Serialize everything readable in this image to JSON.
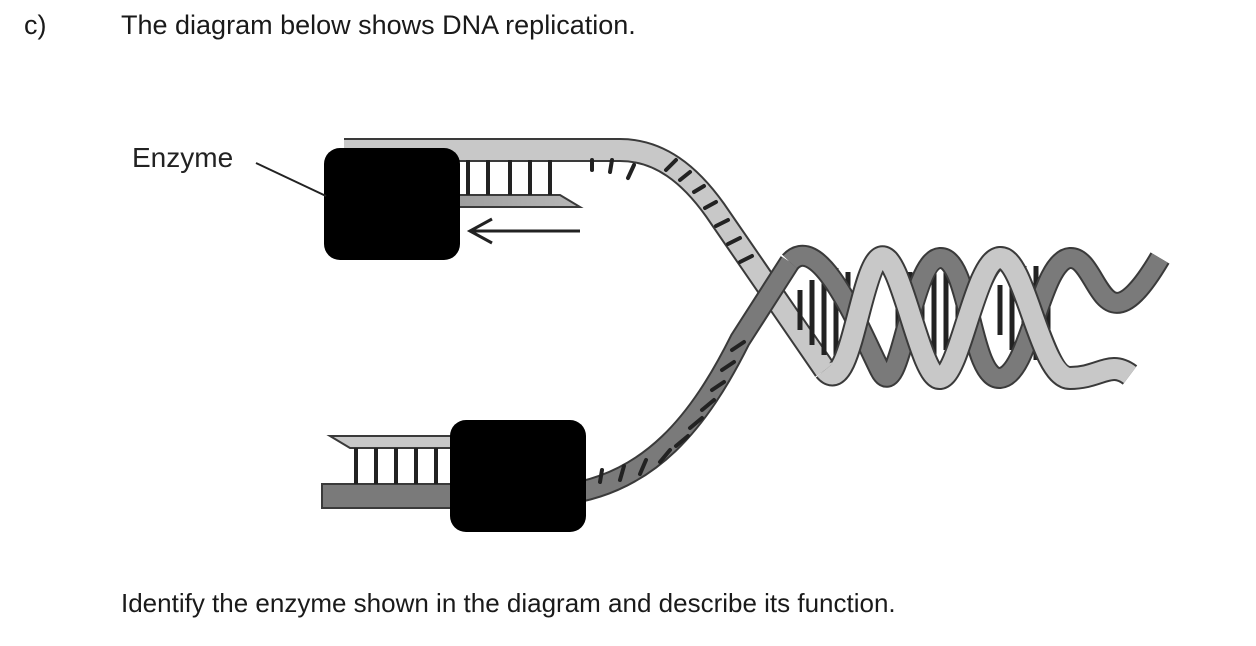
{
  "question": {
    "label": "c)",
    "intro": "The diagram below shows DNA replication.",
    "prompt": "Identify the enzyme shown in the diagram and describe its function."
  },
  "diagram": {
    "enzyme_label": "Enzyme",
    "colors": {
      "strand_light": "#c8c8c8",
      "strand_dark": "#7a7a7a",
      "outline": "#3a3a3a",
      "enzyme": "#000000"
    }
  }
}
